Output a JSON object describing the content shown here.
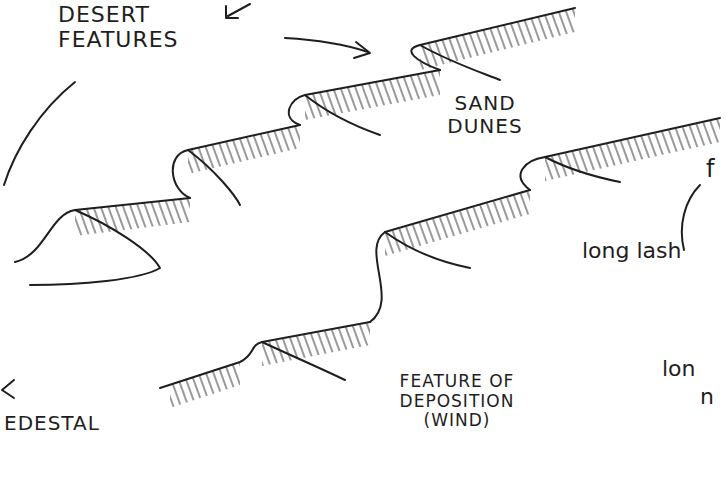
{
  "diagram": {
    "labels": [
      "DESERT FEATURES",
      "SAND DUNES",
      "FEATURE OF DEPOSITION (WIND)",
      "long lash",
      "lon",
      "n",
      "f",
      "EDESTAL"
    ]
  }
}
